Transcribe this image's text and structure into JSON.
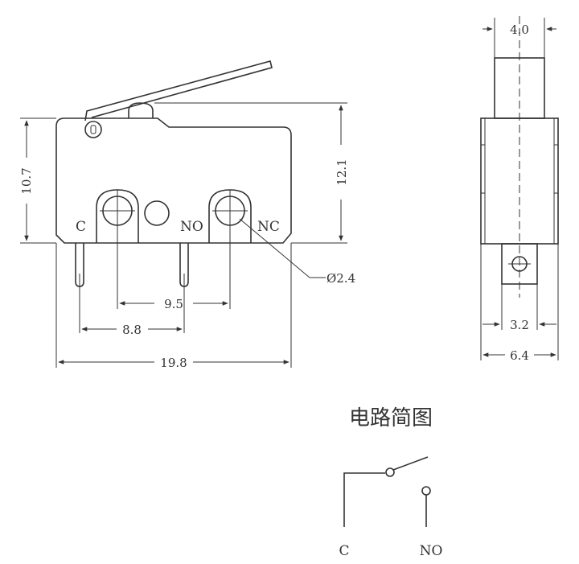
{
  "front_view": {
    "dim_height_body": "10.7",
    "dim_height_total": "12.1",
    "dim_terminal_pitch_c_no": "8.8",
    "dim_hole_pitch": "9.5",
    "dim_length": "19.8",
    "dim_hole_diameter": "Ø2.4",
    "label_c": "C",
    "label_no": "NO",
    "label_nc": "NC"
  },
  "side_view": {
    "dim_actuator_width": "4.0",
    "dim_terminal_width": "3.2",
    "dim_body_width": "6.4"
  },
  "circuit": {
    "title": "电路简图",
    "label_c": "C",
    "label_no": "NO"
  }
}
